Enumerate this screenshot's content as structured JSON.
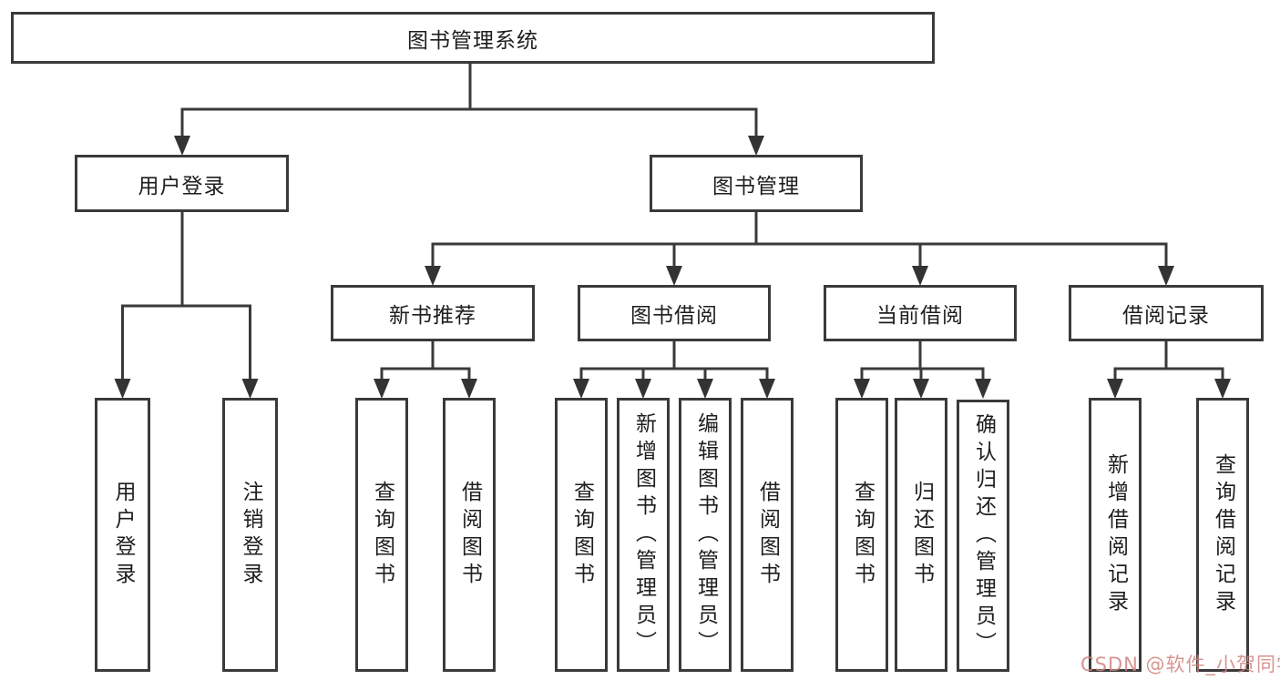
{
  "tree": {
    "label": "图书管理系统",
    "children": [
      {
        "label": "用户登录",
        "children": [
          {
            "label": "用户登录"
          },
          {
            "label": "注销登录"
          }
        ]
      },
      {
        "label": "图书管理",
        "children": [
          {
            "label": "新书推荐",
            "children": [
              {
                "label": "查询图书"
              },
              {
                "label": "借阅图书"
              }
            ]
          },
          {
            "label": "图书借阅",
            "children": [
              {
                "label": "查询图书"
              },
              {
                "label": "新增图书（管理员）"
              },
              {
                "label": "编辑图书（管理员）"
              },
              {
                "label": "借阅图书"
              }
            ]
          },
          {
            "label": "当前借阅",
            "children": [
              {
                "label": "查询图书"
              },
              {
                "label": "归还图书"
              },
              {
                "label": "确认归还（管理员）"
              }
            ]
          },
          {
            "label": "借阅记录",
            "children": [
              {
                "label": "新增借阅记录"
              },
              {
                "label": "查询借阅记录"
              }
            ]
          }
        ]
      }
    ]
  },
  "watermark": {
    "text": "CSDN @软件_小贺同学",
    "color": "#d0837d"
  },
  "colors": {
    "line": "#3a3a3a",
    "box_border": "#3a3a3a",
    "text": "#1e1e1e",
    "background": "#ffffff"
  }
}
